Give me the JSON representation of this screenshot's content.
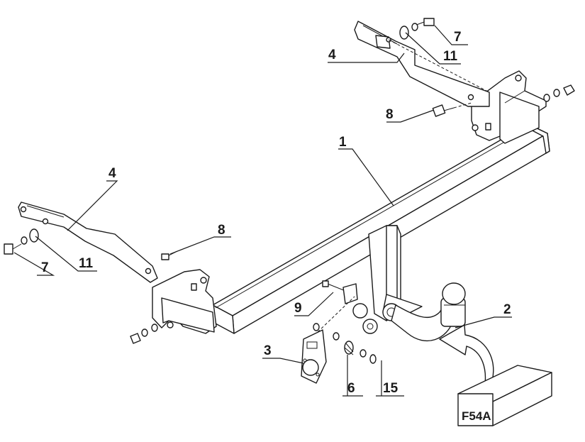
{
  "callouts": {
    "bar": "1",
    "ball": "2",
    "socket_plate": "3",
    "bracket_top": "4",
    "bracket_left": "4",
    "spring_washer": "6",
    "bolt_top": "7",
    "bolt_left": "7",
    "bolt_stud_top": "8",
    "bolt_stud_left": "8",
    "bolt_socket": "9",
    "washer_top": "11",
    "washer_left": "11",
    "nut_socket": "15"
  },
  "model_code": "F54A",
  "colors": {
    "line": "#1a1a1a",
    "background": "#ffffff"
  }
}
